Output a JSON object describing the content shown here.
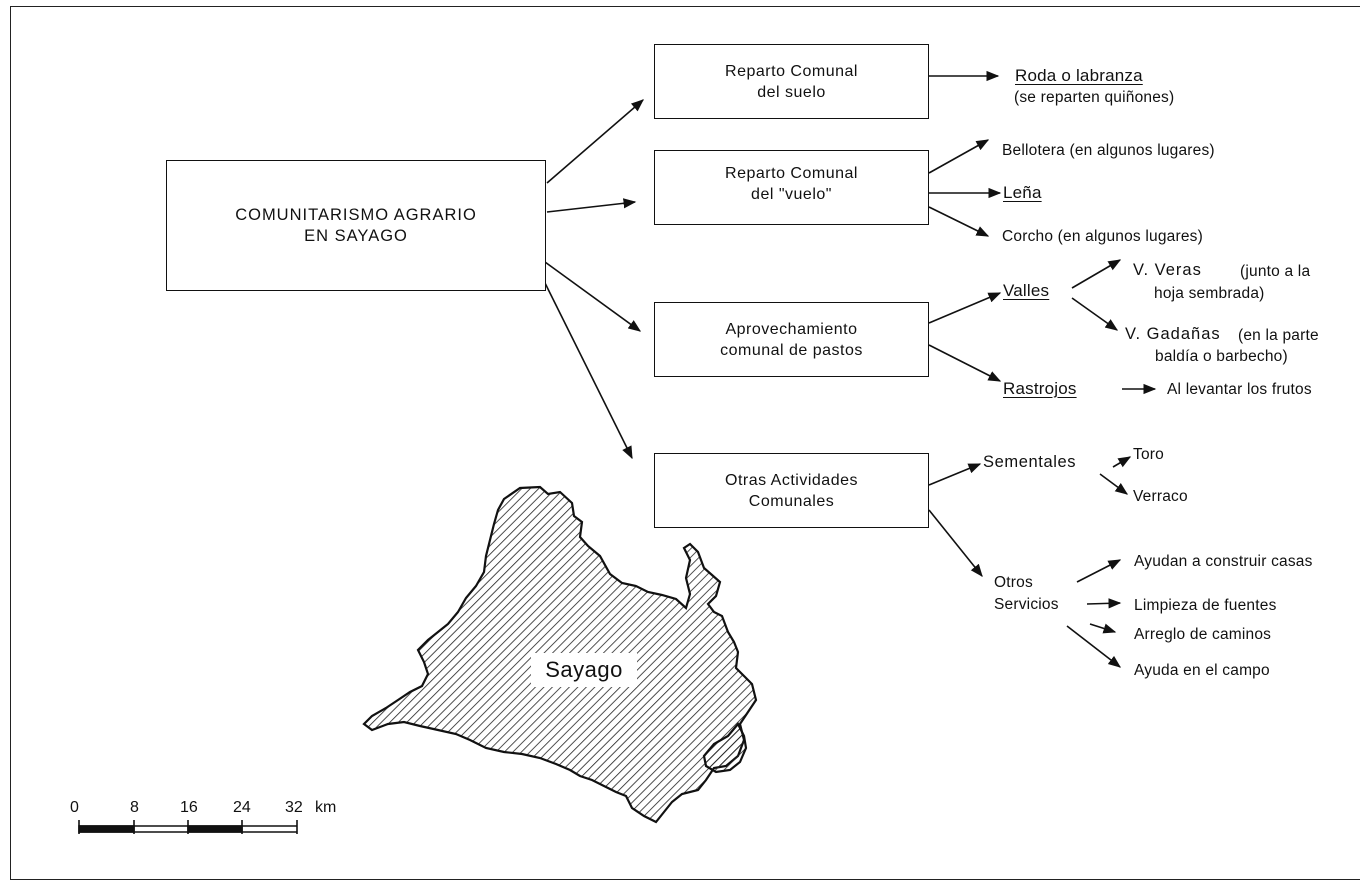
{
  "root": {
    "line1": "COMUNITARISMO  AGRARIO",
    "line2": "EN SAYAGO"
  },
  "branches": {
    "suelo": {
      "line1": "Reparto Comunal",
      "line2": "del suelo"
    },
    "vuelo": {
      "line1": "Reparto  Comunal",
      "line2": "del \"vuelo\""
    },
    "pastos": {
      "line1": "Aprovechamiento",
      "line2": "comunal de pastos"
    },
    "otras": {
      "line1": "Otras  Actividades",
      "line2": "Comunales"
    }
  },
  "leaves": {
    "roda": "Roda  o  labranza",
    "roda_note": "(se reparten quiñones)",
    "bellotera": "Bellotera (en algunos lugares)",
    "lena": "Leña",
    "corcho": "Corcho (en algunos lugares)",
    "valles": "Valles",
    "veras_a": "V.  Veras",
    "veras_b": "(junto a la",
    "veras_c": "hoja sembrada)",
    "gadanas_a": "V.  Gadañas",
    "gadanas_b": "(en la parte",
    "gadanas_c": "baldía o barbecho)",
    "rastrojos": "Rastrojos",
    "levantar": "Al levantar los frutos",
    "sementales": "Sementales",
    "toro": "Toro",
    "verraco": "Verraco",
    "otros_1": "Otros",
    "otros_2": "Servicios",
    "casas": "Ayudan a construir casas",
    "fuentes": "Limpieza de fuentes",
    "caminos": "Arreglo de caminos",
    "campo": "Ayuda en el campo"
  },
  "map": {
    "label": "Sayago"
  },
  "scale": {
    "ticks": [
      "0",
      "8",
      "16",
      "24",
      "32"
    ],
    "unit": "km"
  }
}
